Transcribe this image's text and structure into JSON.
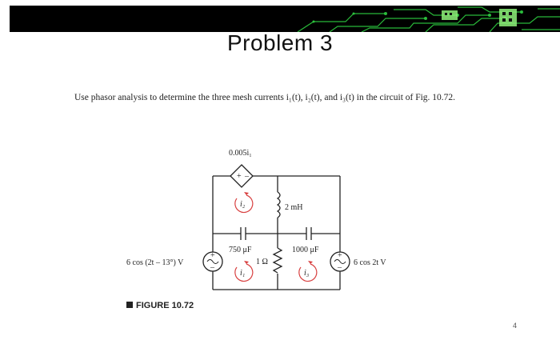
{
  "slide": {
    "title": "Problem 3",
    "problem_text": "Use phasor analysis to determine the three mesh currents i₁(t), i₂(t), and i₃(t) in the circuit of Fig. 10.72.",
    "figure_label": "FIGURE 10.72",
    "page_number": "4"
  },
  "circuit": {
    "dependent_source": "0.005i₁",
    "inductor": "2 mH",
    "capacitor_left": "750 μF",
    "capacitor_right": "1000 μF",
    "resistor": "1 Ω",
    "source_left": "6 cos (2t – 13°) V",
    "source_right": "6 cos 2t V",
    "mesh_1": "i₁",
    "mesh_2": "i₂",
    "mesh_3": "i₃",
    "plus": "+",
    "minus": "–"
  },
  "colors": {
    "banner": "#000000",
    "circuit_trace": "#2ecc40",
    "mesh_arrow": "#d84040",
    "text": "#222222"
  },
  "icons": [
    "figure-square-icon"
  ]
}
